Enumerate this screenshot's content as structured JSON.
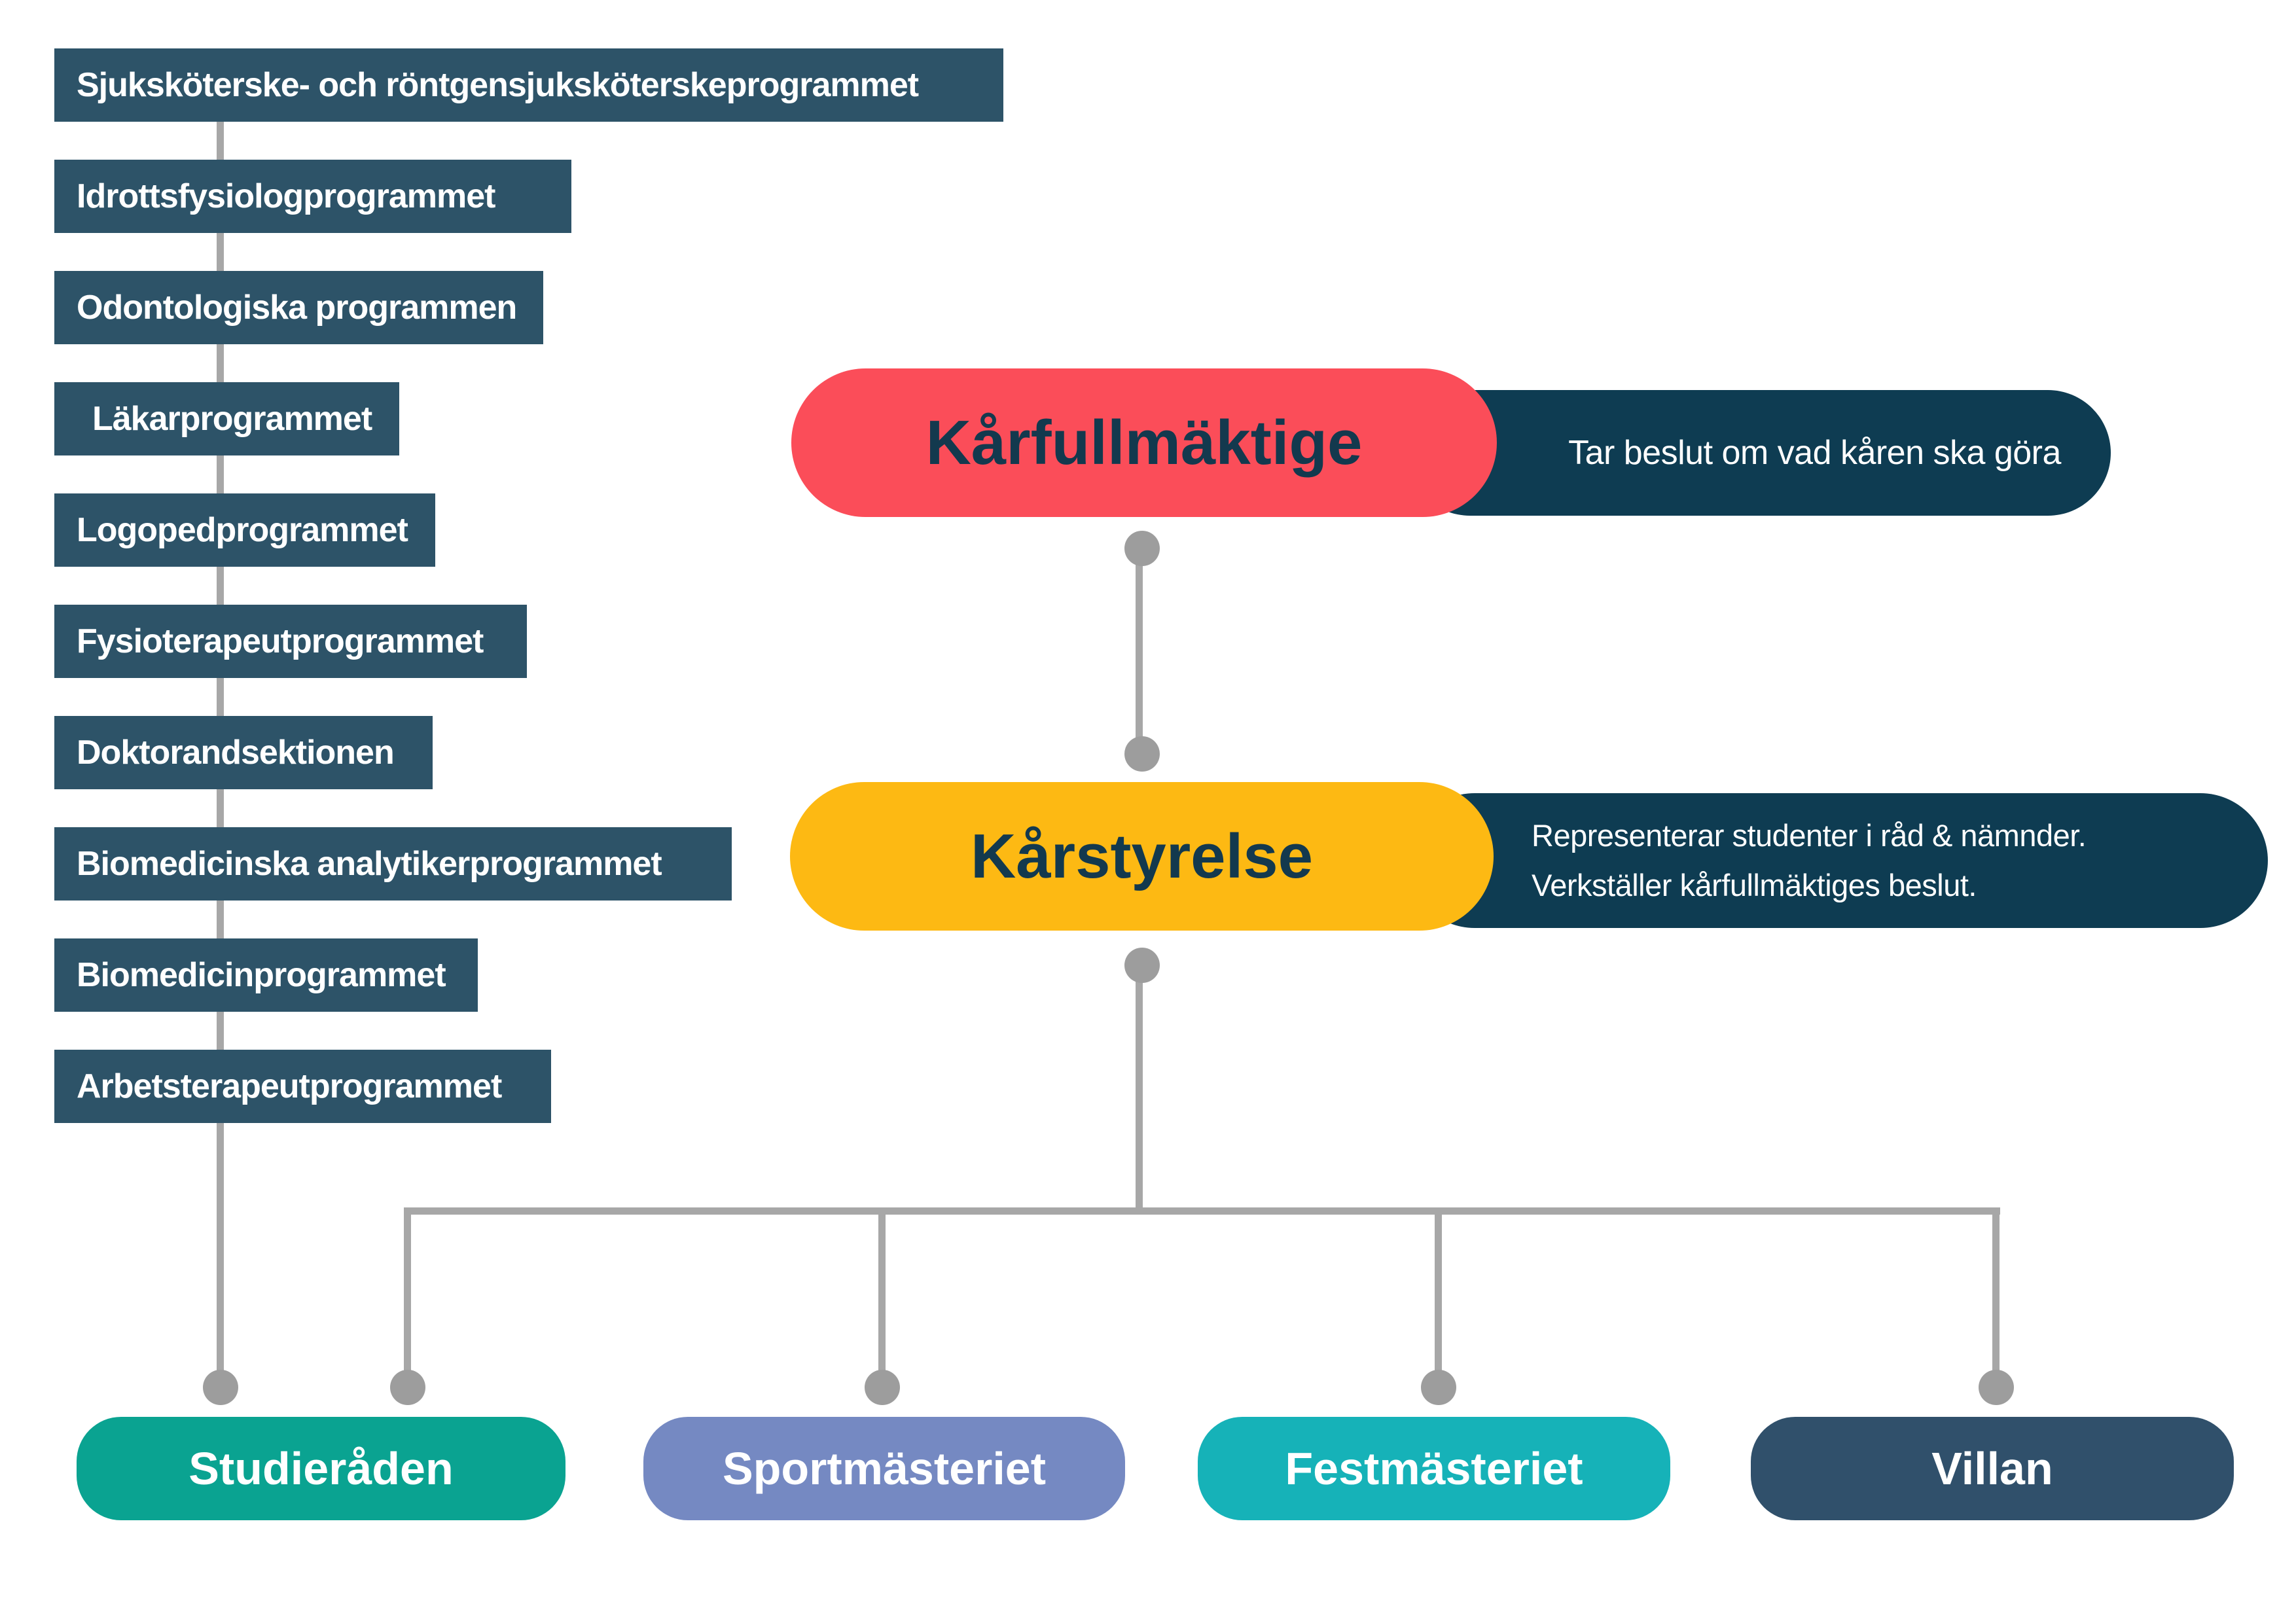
{
  "left_column": {
    "programs": [
      {
        "label": "Sjuksköterske- och röntgensjuksköterskeprogrammet"
      },
      {
        "label": "Idrottsfysiologprogrammet"
      },
      {
        "label": "Odontologiska programmen"
      },
      {
        "label": "Läkarprogrammet"
      },
      {
        "label": "Logopedprogrammet"
      },
      {
        "label": "Fysioterapeutprogrammet"
      },
      {
        "label": "Doktorandsektionen"
      },
      {
        "label": "Biomedicinska analytikerprogrammet"
      },
      {
        "label": "Biomedicinprogrammet"
      },
      {
        "label": "Arbetsterapeutprogrammet"
      }
    ]
  },
  "hierarchy": {
    "karfullmaktige": {
      "label": "Kårfullmäktige",
      "description": "Tar beslut om vad kåren ska göra"
    },
    "karstyrelse": {
      "label": "Kårstyrelse",
      "description_line1": "Representerar studenter i råd & nämnder.",
      "description_line2": "Verkställer kårfullmäktiges beslut."
    }
  },
  "bottom_row": {
    "units": [
      {
        "label": "Studieråden",
        "color": "#0aa391"
      },
      {
        "label": "Sportmästeriet",
        "color": "#7589c2"
      },
      {
        "label": "Festmästeriet",
        "color": "#16b2b8"
      },
      {
        "label": "Villan",
        "color": "#30506b"
      }
    ]
  },
  "colors": {
    "program_box": "#2d5368",
    "karfullmaktige_pill": "#fb4d59",
    "karstyrelse_pill": "#fdb913",
    "description_pill": "#0e3c52",
    "dark_text_on_pills": "#13394e",
    "connector_line": "#a7a7a7",
    "connector_dot": "#9d9d9d",
    "background": "#ffffff"
  }
}
